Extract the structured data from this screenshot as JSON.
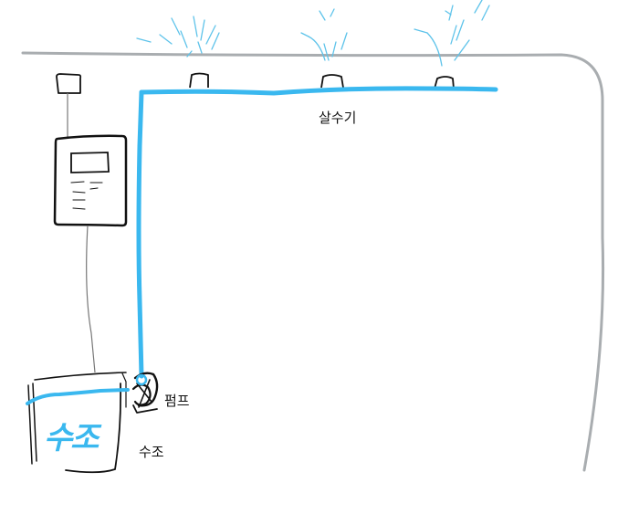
{
  "labels": {
    "sprinkler": "살수기",
    "pump": "펌프",
    "tank": "수조",
    "tank_scribble": "수조"
  },
  "colors": {
    "water": "#3ab8ef",
    "spray": "#5ec3ea",
    "ink": "#111111",
    "wall": "#a9adb0",
    "wire": "#777777"
  }
}
